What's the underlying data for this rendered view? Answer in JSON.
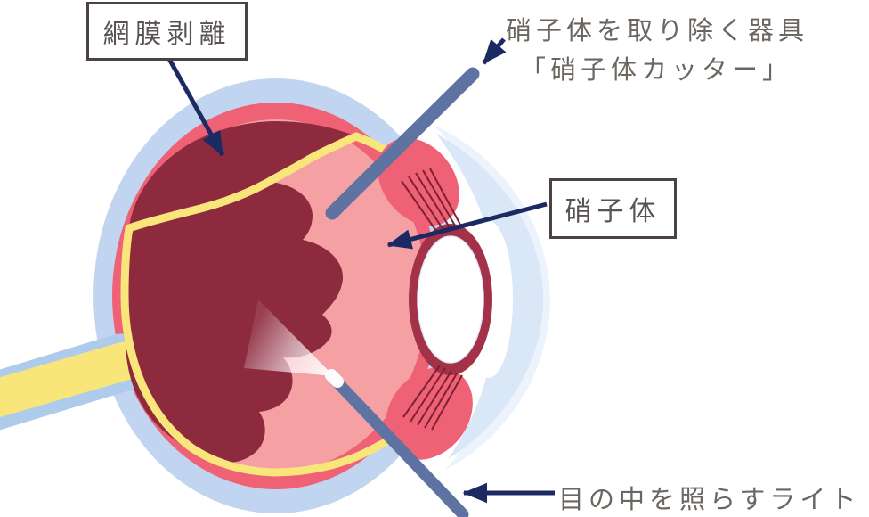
{
  "diagram": {
    "title_context": "vitrectomy-surgery-eye-cross-section",
    "labels": {
      "retinal_detachment": "網膜剥離",
      "vitreous": "硝子体",
      "cutter_line1": "硝子体を取り除く器具",
      "cutter_line2": "「硝子体カッター」",
      "light": "目の中を照らすライト"
    },
    "parts": [
      {
        "name": "sclera",
        "color_key": "sclera"
      },
      {
        "name": "choroid",
        "color_key": "choroid"
      },
      {
        "name": "vitreous-cavity",
        "color_key": "vitreous"
      },
      {
        "name": "detached-retina-area",
        "color_key": "detachment"
      },
      {
        "name": "retina",
        "color_key": "retina"
      },
      {
        "name": "optic-nerve",
        "color_key": "retina"
      },
      {
        "name": "cornea",
        "color_key": "cornea"
      },
      {
        "name": "iris-ciliary-body",
        "color_key": "iris"
      },
      {
        "name": "lens",
        "color_key": "lens"
      },
      {
        "name": "vitreous-cutter",
        "color_key": "instrument"
      },
      {
        "name": "light-probe",
        "color_key": "instrument"
      }
    ],
    "colors": {
      "background": "#ffffff",
      "sclera": "#c1d5f0",
      "choroid": "#ef6175",
      "vitreous": "#f5a0a3",
      "detachment": "#8e2a3e",
      "retina": "#f8e67a",
      "nerve_border": "#aecbec",
      "cornea": "#d9e7f7",
      "cornea_glow": "#ecf3fc",
      "chamber": "#ffffff",
      "iris": "#a33148",
      "zonule": "#7c2133",
      "lens": "#ffffff",
      "lens_edge": "#e2e9f5",
      "instrument": "#5e73a2",
      "instrument_tip": "#fdfdfd",
      "arrow": "#1b2a62",
      "label_border": "#4a4341",
      "label_text": "#5a5353",
      "annotation_text": "#6c6661"
    }
  }
}
